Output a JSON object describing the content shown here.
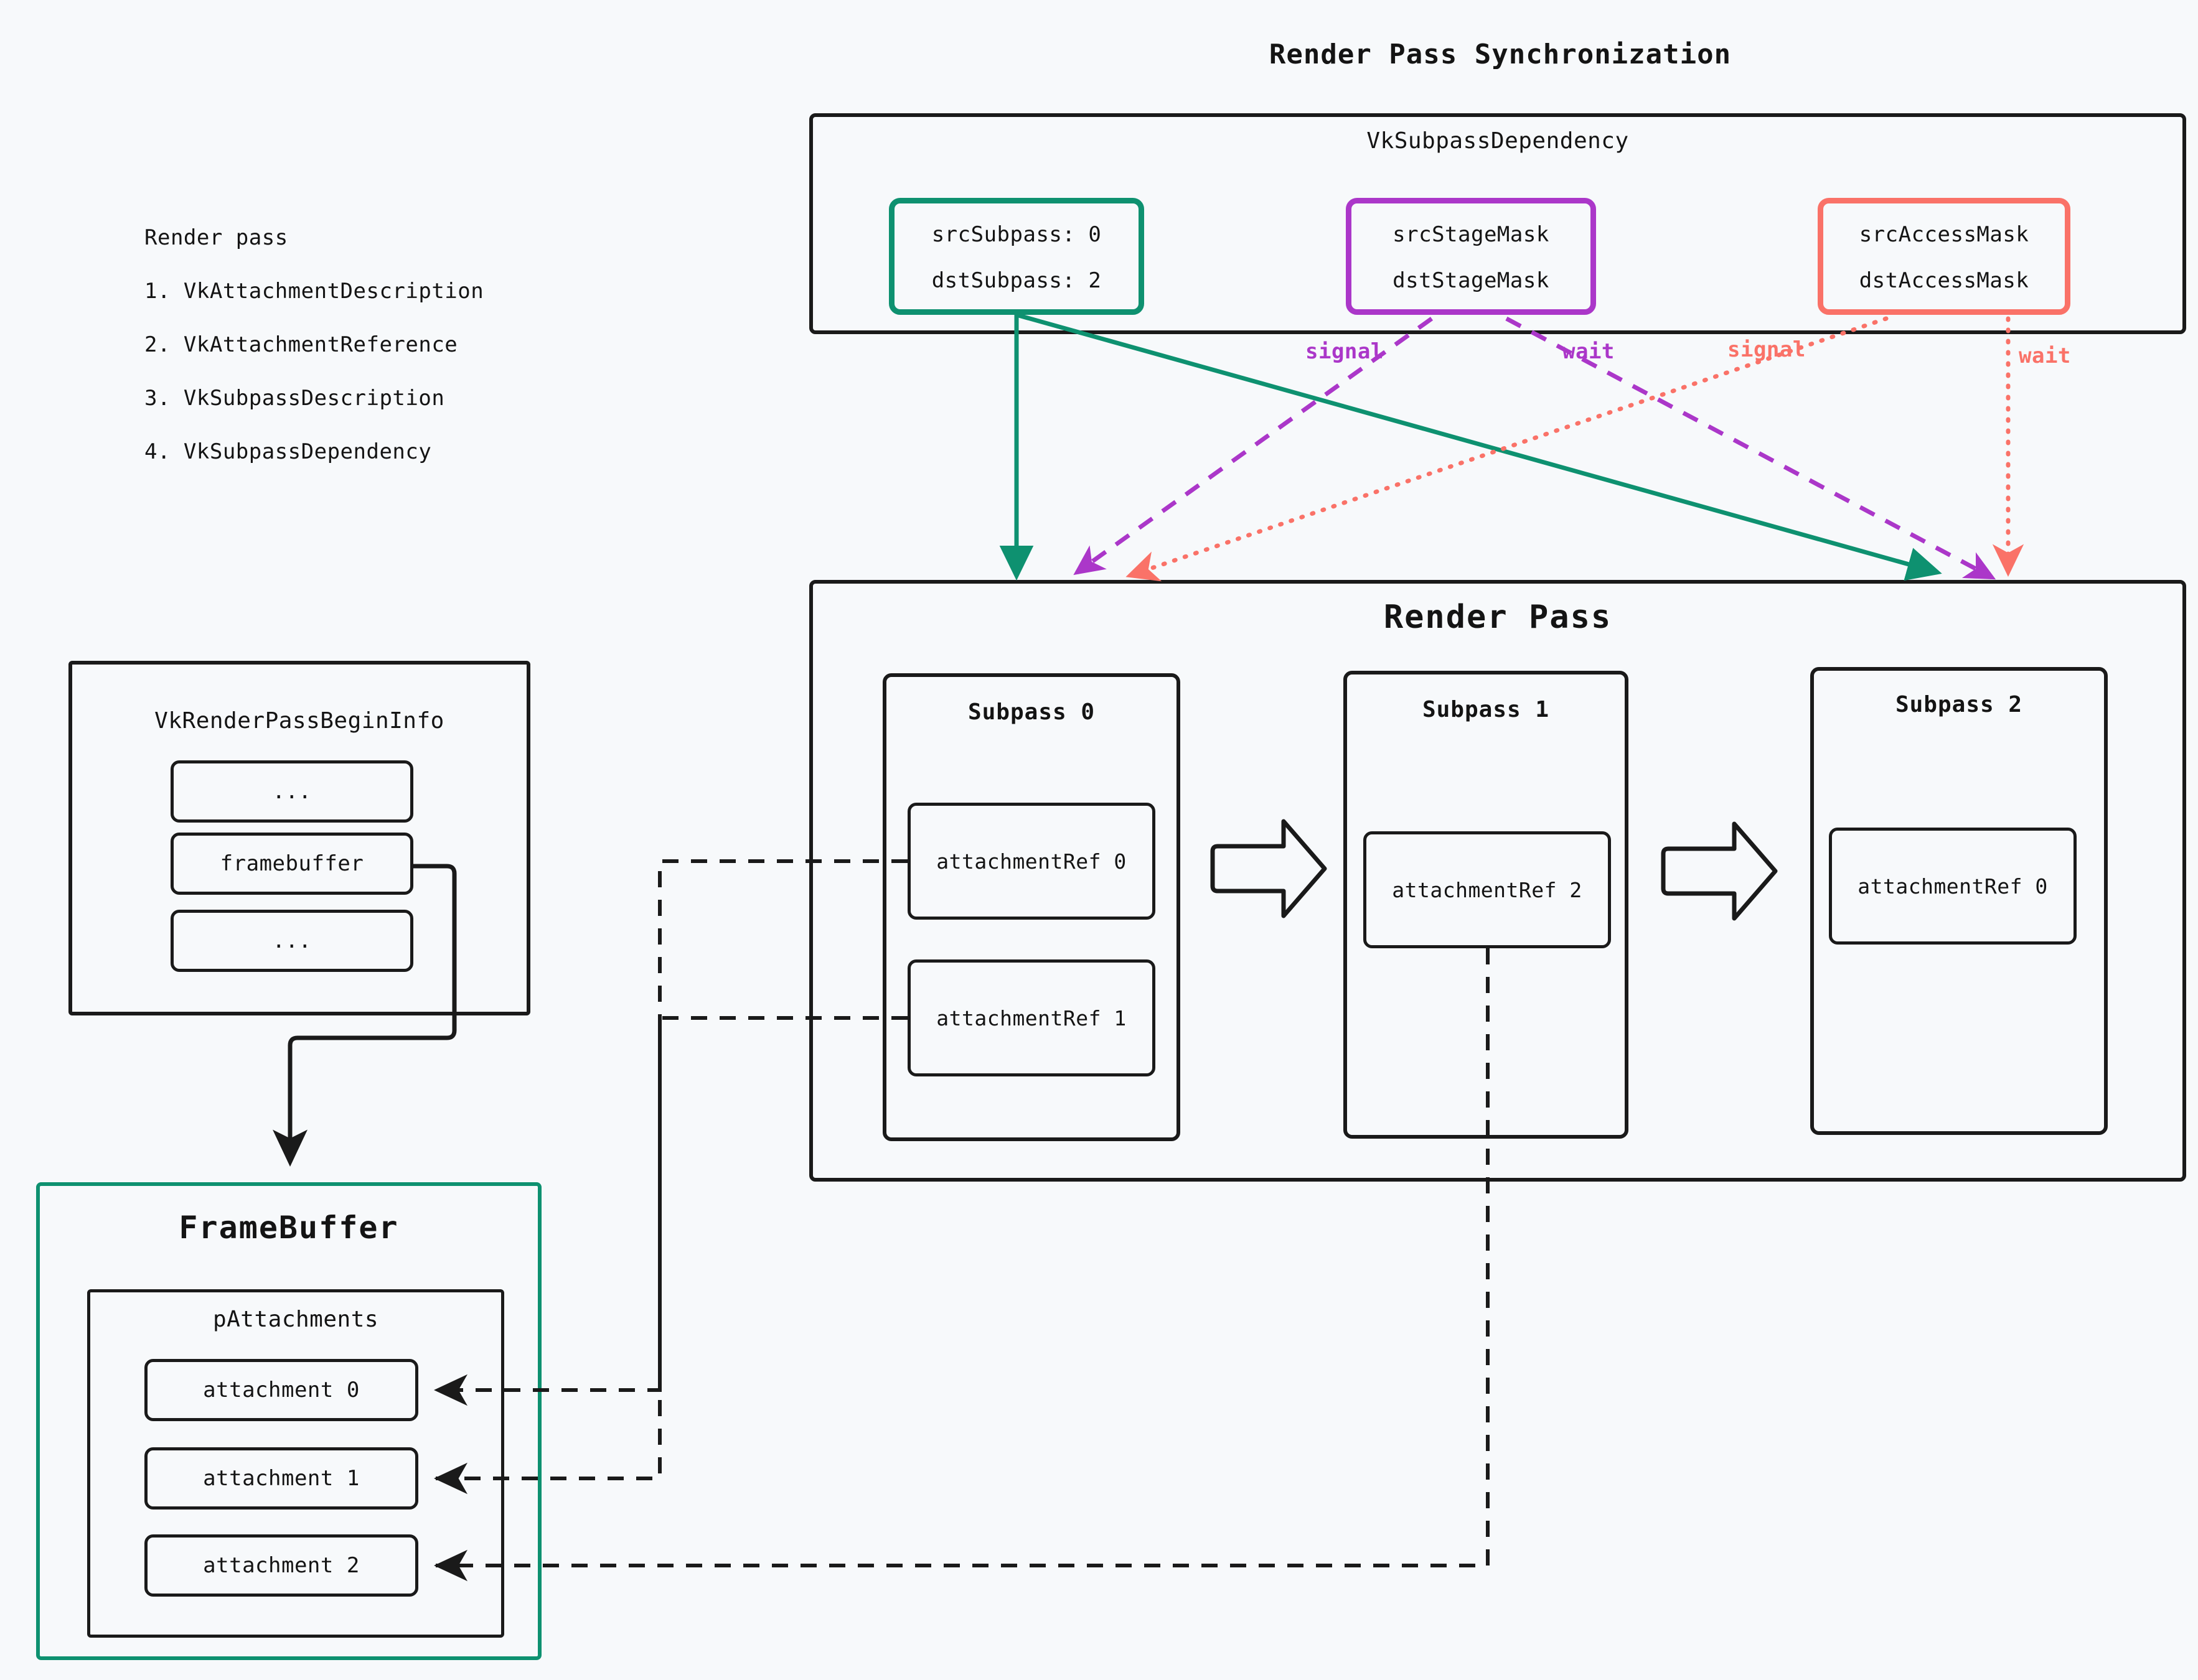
{
  "page": {
    "title": "Render Pass Synchronization",
    "background_color": "#f7f9fb",
    "ink_color": "#141414"
  },
  "legend": {
    "heading": "Render pass",
    "items": [
      "1. VkAttachmentDescription",
      "2. VkAttachmentReference",
      "3. VkSubpassDescription",
      "4. VkSubpassDependency"
    ]
  },
  "subpass_dependency": {
    "title": "VkSubpassDependency",
    "boxes": [
      {
        "id": "subpass-indices",
        "color": "#0e9170",
        "line1": "srcSubpass: 0",
        "line2": "dstSubpass: 2"
      },
      {
        "id": "stage-masks",
        "color": "#ab37c9",
        "line1": "srcStageMask",
        "line2": "dstStageMask"
      },
      {
        "id": "access-masks",
        "color": "#fa7268",
        "line1": "srcAccessMask",
        "line2": "dstAccessMask"
      }
    ],
    "edge_labels": [
      {
        "text": "signal",
        "color": "#ab37c9"
      },
      {
        "text": "wait",
        "color": "#ab37c9"
      },
      {
        "text": "signal",
        "color": "#fa7268"
      },
      {
        "text": "wait",
        "color": "#fa7268"
      }
    ]
  },
  "render_pass": {
    "title": "Render Pass",
    "subpasses": [
      {
        "title": "Subpass 0",
        "refs": [
          "attachmentRef 0",
          "attachmentRef 1"
        ]
      },
      {
        "title": "Subpass 1",
        "refs": [
          "attachmentRef 2"
        ]
      },
      {
        "title": "Subpass 2",
        "refs": [
          "attachmentRef 0"
        ]
      }
    ]
  },
  "begin_info": {
    "title": "VkRenderPassBeginInfo",
    "fields": [
      "...",
      "framebuffer",
      "..."
    ]
  },
  "framebuffer": {
    "title": "FrameBuffer",
    "group_title": "pAttachments",
    "attachments": [
      "attachment 0",
      "attachment 1",
      "attachment 2"
    ],
    "border_color": "#0e9170"
  }
}
